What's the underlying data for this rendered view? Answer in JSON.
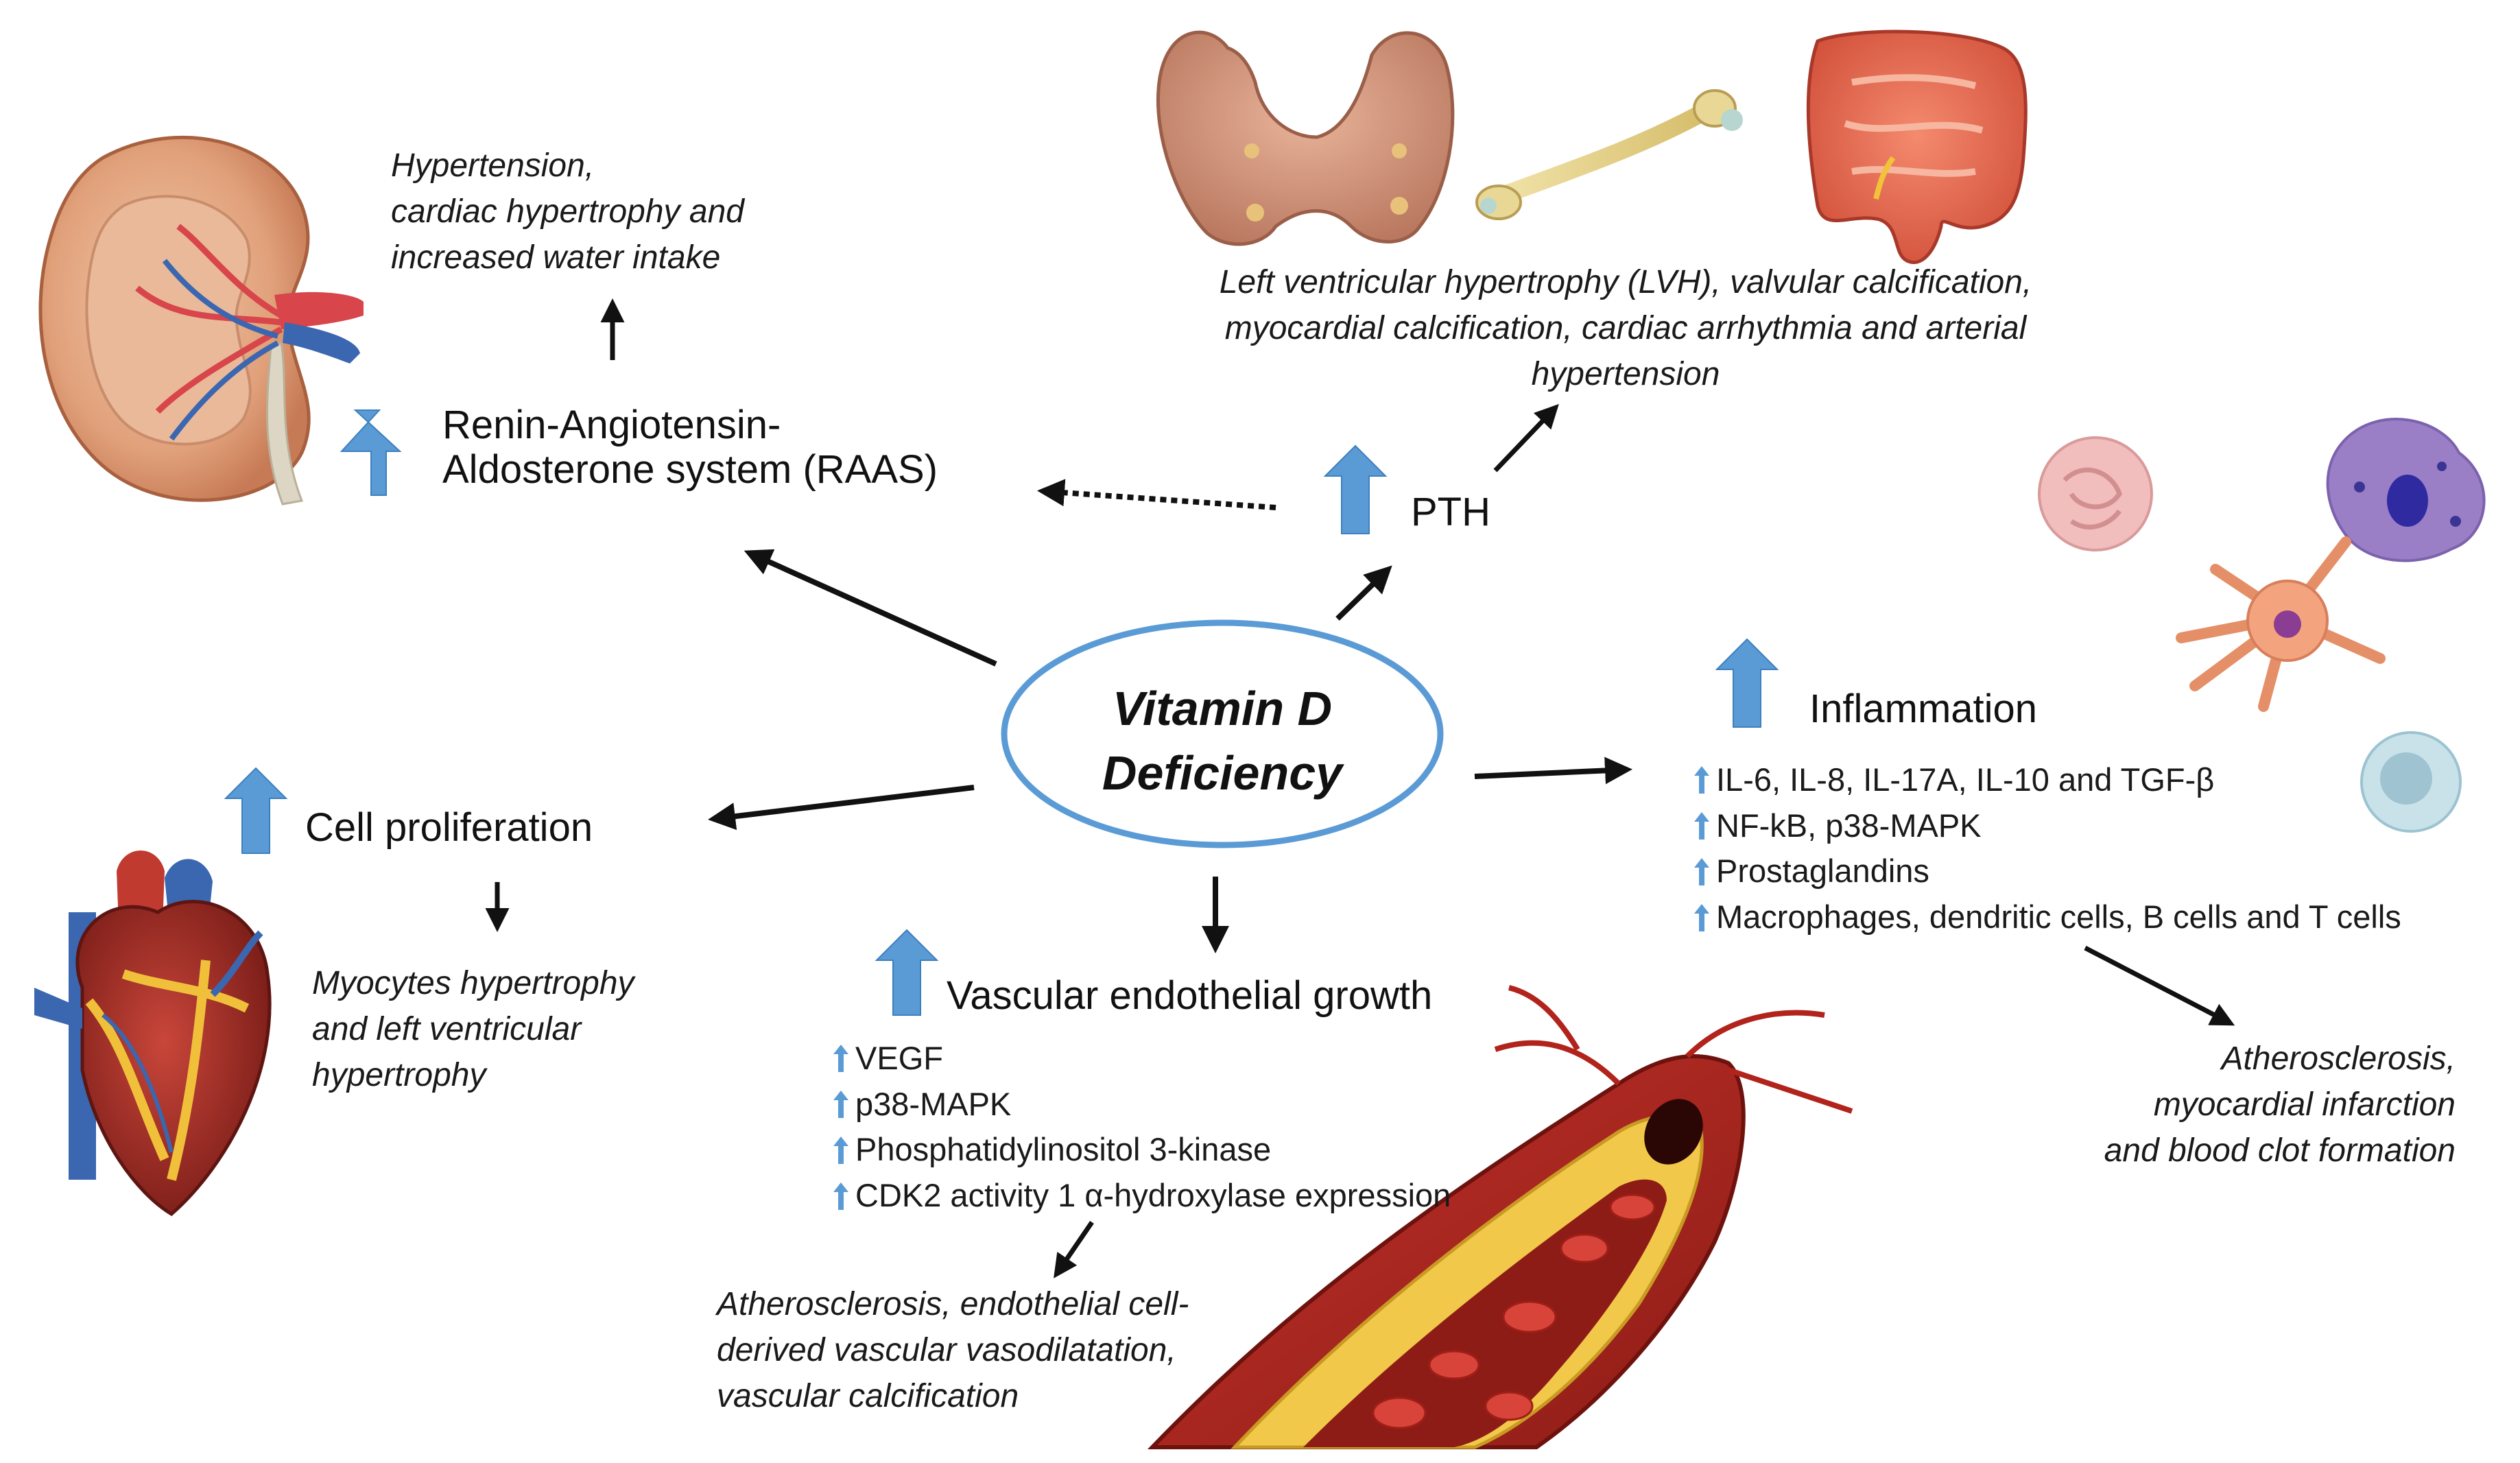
{
  "center": {
    "line1": "Vitamin D",
    "line2": "Deficiency"
  },
  "raas": {
    "title_line1": "Renin-Angiotensin-",
    "title_line2": "Aldosterone system (RAAS)",
    "effect_lines": [
      "Hypertension,",
      "cardiac hypertrophy and",
      "increased water intake"
    ]
  },
  "pth": {
    "title": "PTH",
    "effect_lines": [
      "Left ventricular hypertrophy (LVH), valvular calcification,",
      "myocardial calcification, cardiac arrhythmia and arterial",
      "hypertension"
    ]
  },
  "inflammation": {
    "title": "Inflammation",
    "items": [
      "IL-6, IL-8, IL-17A, IL-10 and TGF-β",
      "NF-kB, p38-MAPK",
      "Prostaglandins",
      "Macrophages, dendritic cells, B cells and T cells"
    ],
    "effect_lines": [
      "Atherosclerosis,",
      "myocardial infarction",
      "and blood clot formation"
    ]
  },
  "cell_proliferation": {
    "title": "Cell proliferation",
    "effect_lines": [
      "Myocytes hypertrophy",
      "and left ventricular",
      "hypertrophy"
    ]
  },
  "vascular": {
    "title": "Vascular endothelial growth",
    "items": [
      "VEGF",
      "p38-MAPK",
      "Phosphatidylinositol 3-kinase",
      "CDK2 activity  1 α-hydroxylase expression"
    ],
    "effect_lines": [
      "Atherosclerosis, endothelial cell-",
      "derived vascular vasodilatation,",
      "vascular calcification"
    ]
  },
  "colors": {
    "ellipse_stroke": "#5b9bd5",
    "up_arrow": "#5b9bd5",
    "arrow": "#111111"
  },
  "icons": [
    "kidney-illustration",
    "thyroid-illustration",
    "bone-illustration",
    "intestine-illustration",
    "immune-cells-illustration",
    "heart-illustration",
    "artery-plaque-illustration"
  ]
}
